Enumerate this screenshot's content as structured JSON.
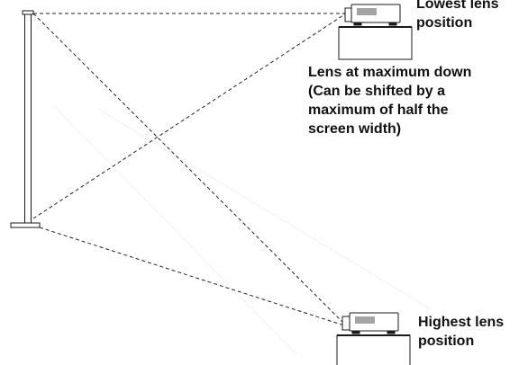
{
  "labels": {
    "lowest_position": [
      "Lowest lens",
      "position"
    ],
    "lens_max_down": [
      "Lens at maximum down",
      "(Can be shifted by a",
      "maximum of half the",
      "screen width)"
    ],
    "highest_position": [
      "Highest lens",
      "position"
    ]
  },
  "colors": {
    "line": "#1a1a1a",
    "dash": "#222222",
    "watermark": "#e2e2e2"
  },
  "icons": {
    "screen": "projection-screen-icon",
    "projector": "projector-icon",
    "table": "projector-table-icon"
  }
}
